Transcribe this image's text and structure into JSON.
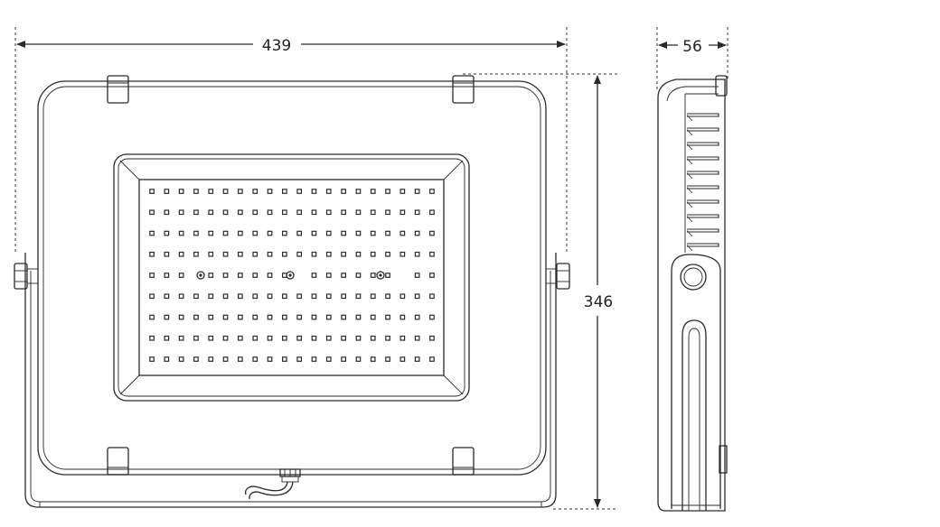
{
  "dimensions": {
    "width": "439",
    "height": "346",
    "depth": "56"
  },
  "led_grid": {
    "rows": 9,
    "cols": 20
  },
  "colors": {
    "line": "#2a2a2a",
    "background": "#ffffff"
  }
}
